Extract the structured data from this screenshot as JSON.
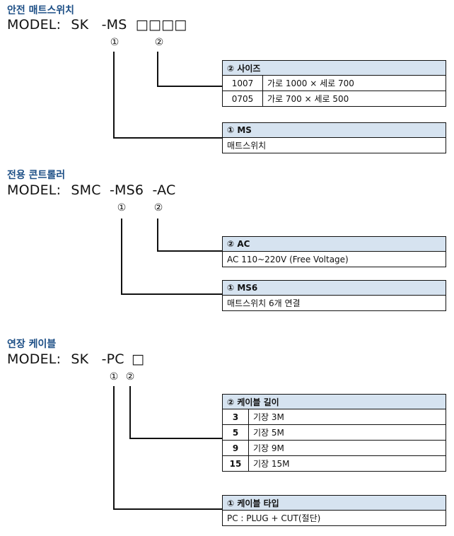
{
  "sections": [
    {
      "title": "안전 매트스위치",
      "model": {
        "prefix": "MODEL:",
        "parts": [
          "SK",
          "-MS",
          "□□□□"
        ]
      },
      "markers": [
        "①",
        "②"
      ],
      "tables": [
        {
          "header": "② 사이즈",
          "rows": [
            [
              "1007",
              "가로 1000 × 세로 700"
            ],
            [
              "0705",
              "가로 700 × 세로 500"
            ]
          ]
        },
        {
          "header": "① MS",
          "rows": [
            [
              "매트스위치"
            ]
          ]
        }
      ]
    },
    {
      "title": "전용 콘트롤러",
      "model": {
        "prefix": "MODEL:",
        "parts": [
          "SMC",
          "-MS6",
          "-AC"
        ]
      },
      "markers": [
        "①",
        "②"
      ],
      "tables": [
        {
          "header": "② AC",
          "rows": [
            [
              "AC 110~220V (Free Voltage)"
            ]
          ]
        },
        {
          "header": "① MS6",
          "rows": [
            [
              "매트스위치 6개 연결"
            ]
          ]
        }
      ]
    },
    {
      "title": "연장 케이블",
      "model": {
        "prefix": "MODEL:",
        "parts": [
          "SK",
          "-PC",
          "□"
        ]
      },
      "markers": [
        "①",
        "②"
      ],
      "tables": [
        {
          "header": "② 케이블 길이",
          "rows": [
            [
              "3",
              "기장 3M"
            ],
            [
              "5",
              "기장 5M"
            ],
            [
              "9",
              "기장 9M"
            ],
            [
              "15",
              "기장 15M"
            ]
          ]
        },
        {
          "header": "① 케이블 타입",
          "rows": [
            [
              "PC : PLUG + CUT(절단)"
            ]
          ]
        }
      ]
    }
  ]
}
